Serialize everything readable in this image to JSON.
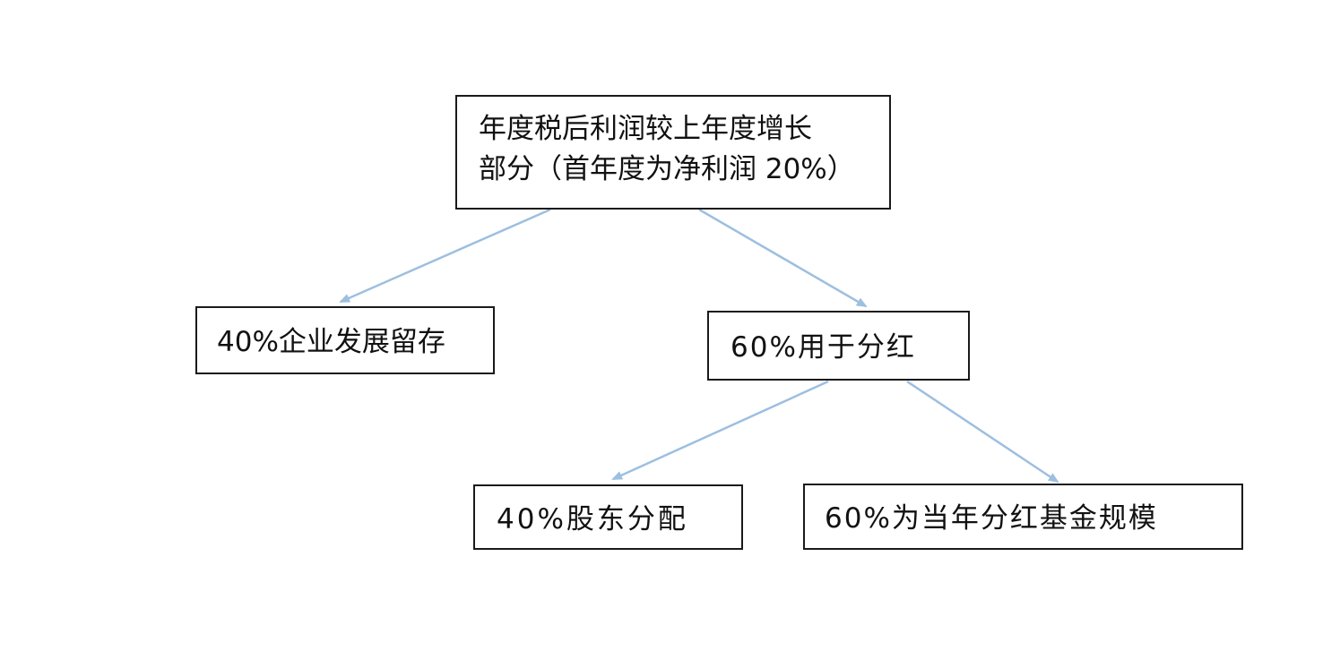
{
  "diagram": {
    "edge_color": "#9dbfe0",
    "nodes": {
      "root": {
        "line1": "年度税后利润较上年度增长",
        "line2": "部分（首年度为净利润 20%）"
      },
      "retain": {
        "label": "40%企业发展留存"
      },
      "dividend": {
        "label": "60%用于分红"
      },
      "shareholder": {
        "label": "40%股东分配"
      },
      "fund": {
        "label": "60%为当年分红基金规模"
      }
    },
    "edges": [
      {
        "from": "root",
        "to": "retain"
      },
      {
        "from": "root",
        "to": "dividend"
      },
      {
        "from": "dividend",
        "to": "shareholder"
      },
      {
        "from": "dividend",
        "to": "fund"
      }
    ]
  }
}
